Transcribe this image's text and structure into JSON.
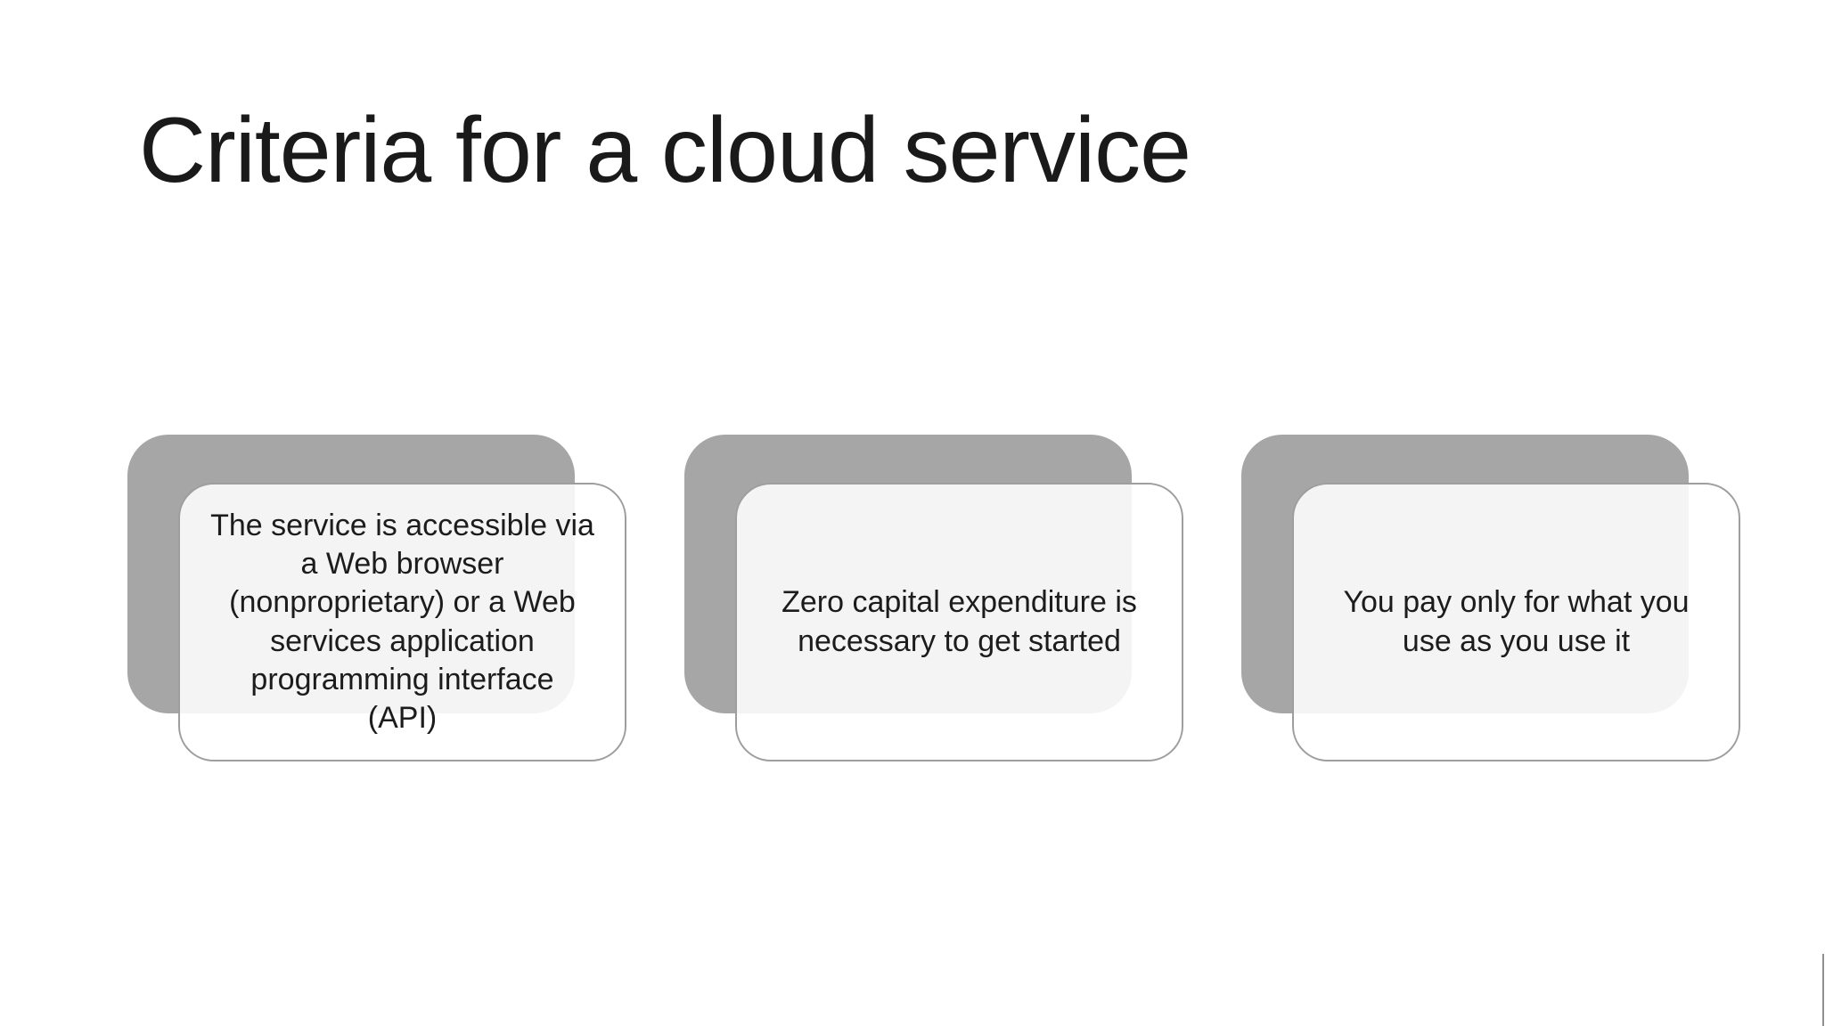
{
  "slide": {
    "title": "Criteria for a cloud service",
    "cards": [
      {
        "text": "The service is accessible via a Web browser (nonproprietary) or a Web services application programming interface\n(API)"
      },
      {
        "text": "Zero capital expenditure is necessary to get started"
      },
      {
        "text": "You pay only for what you use as you use it"
      }
    ],
    "colors": {
      "background": "#FFFFFF",
      "back_block": "#A6A6A6",
      "front_card_fill": "rgba(255,255,255,0.88)",
      "front_card_border": "#9E9E9E",
      "title_text": "#1A1A1A",
      "body_text": "#1C1C1C",
      "edge_artifact": "#8F8F8F"
    }
  }
}
